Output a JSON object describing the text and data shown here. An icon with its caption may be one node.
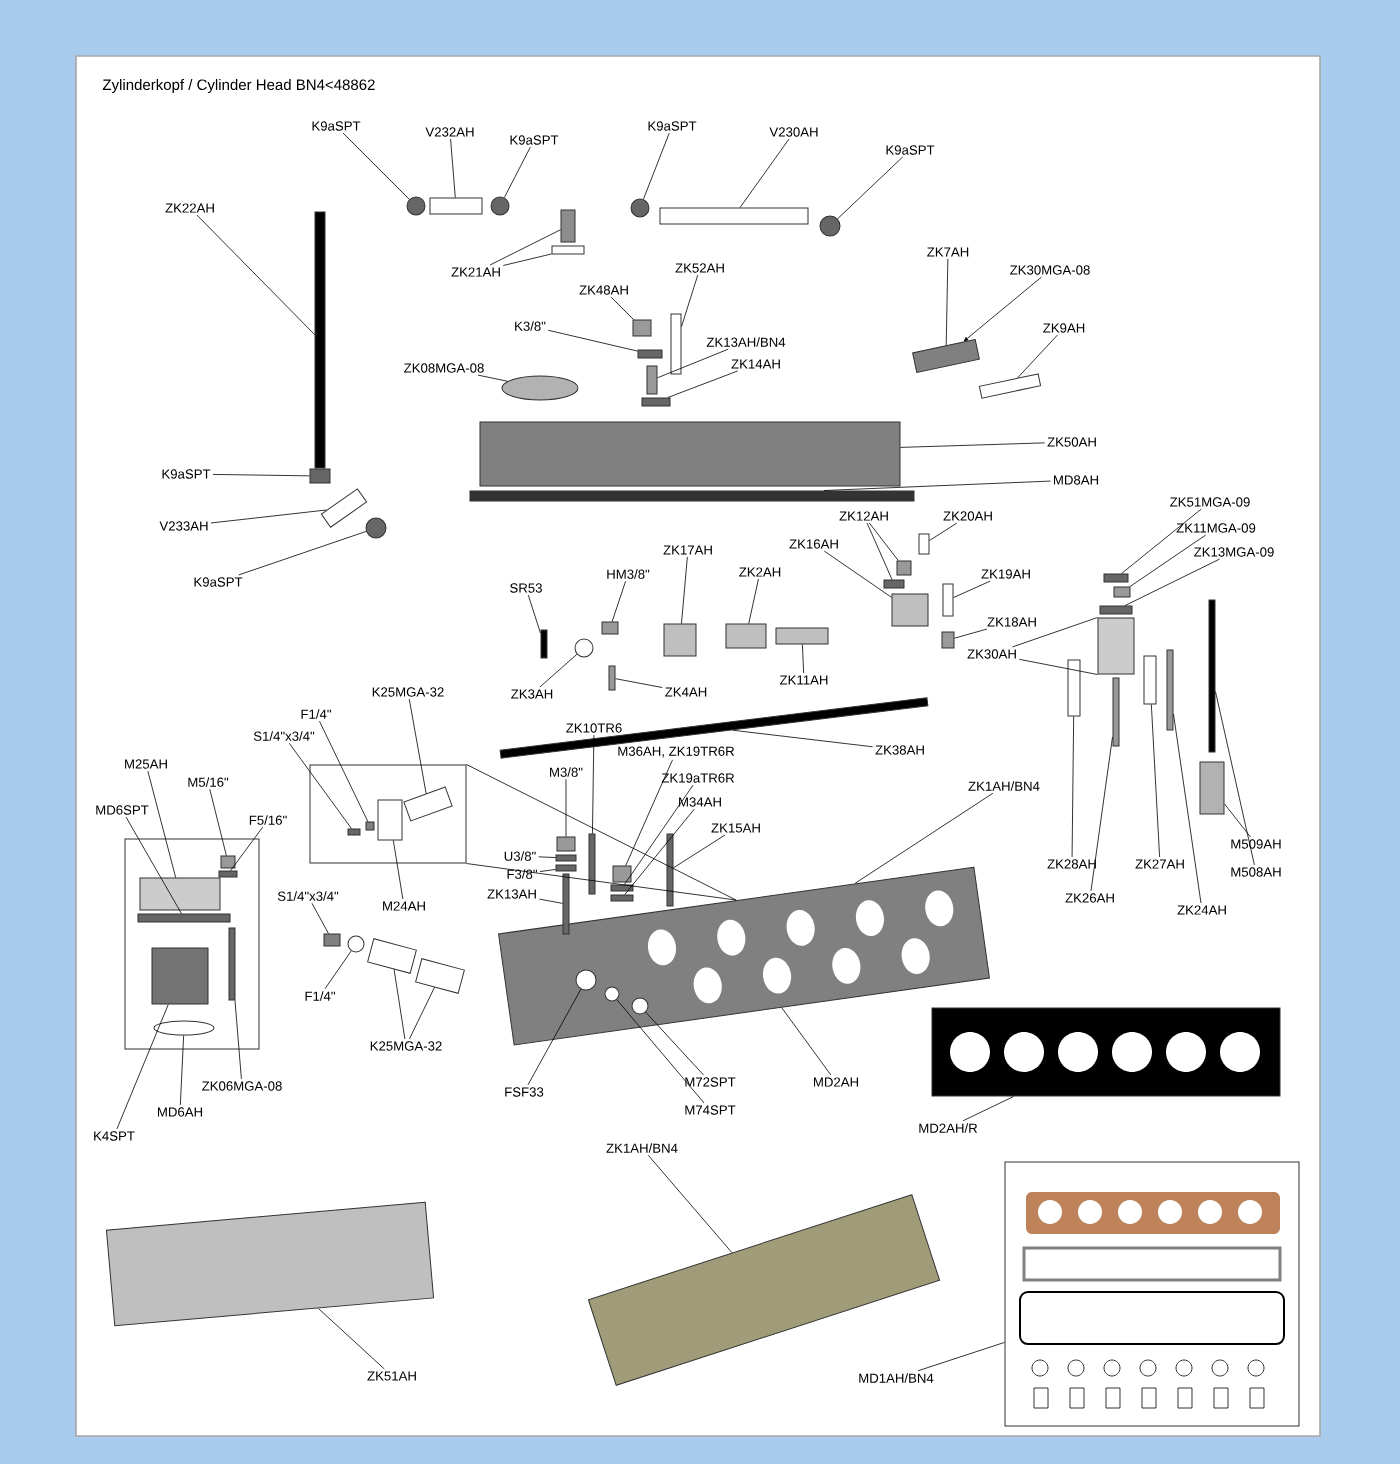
{
  "diagram": {
    "title": "Zylinderkopf / Cylinder Head BN4<48862",
    "nodes": [
      {
        "text": [
          "K9aSPT"
        ]
      },
      {
        "text": [
          "V232AH"
        ]
      },
      {
        "text": [
          "K9aSPT"
        ]
      },
      {
        "text": [
          "K9aSPT"
        ]
      },
      {
        "text": [
          "V230AH"
        ]
      },
      {
        "text": [
          "K9aSPT"
        ]
      },
      {
        "text": [
          "ZK22AH"
        ]
      },
      {
        "text": [
          "ZK21AH"
        ]
      },
      {
        "text": [
          "ZK52AH"
        ]
      },
      {
        "text": [
          "ZK48AH"
        ]
      },
      {
        "text": [
          "K3/8\""
        ]
      },
      {
        "text": [
          "ZK13AH/BN4"
        ]
      },
      {
        "text": [
          "ZK14AH"
        ]
      },
      {
        "text": [
          "ZK08MGA-08"
        ]
      },
      {
        "text": [
          "ZK7AH"
        ]
      },
      {
        "text": [
          "ZK30MGA-08"
        ]
      },
      {
        "text": [
          "ZK9AH"
        ]
      },
      {
        "text": [
          "ZK50AH"
        ]
      },
      {
        "text": [
          "MD8AH"
        ]
      },
      {
        "text": [
          "K9aSPT"
        ]
      },
      {
        "text": [
          "V233AH"
        ]
      },
      {
        "text": [
          "K9aSPT"
        ]
      },
      {
        "text": [
          "ZK12AH"
        ]
      },
      {
        "text": [
          "ZK20AH"
        ]
      },
      {
        "text": [
          "ZK16AH"
        ]
      },
      {
        "text": [
          "ZK17AH"
        ]
      },
      {
        "text": [
          "ZK2AH"
        ]
      },
      {
        "text": [
          "HM3/8\""
        ]
      },
      {
        "text": [
          "SR53"
        ]
      },
      {
        "text": [
          "ZK19AH"
        ]
      },
      {
        "text": [
          "ZK18AH"
        ]
      },
      {
        "text": [
          "ZK30AH"
        ]
      },
      {
        "text": [
          "ZK51MGA-09"
        ]
      },
      {
        "text": [
          "ZK11MGA-09"
        ]
      },
      {
        "text": [
          "ZK13MGA-09"
        ]
      },
      {
        "text": [
          "ZK3AH"
        ]
      },
      {
        "text": [
          "ZK4AH"
        ]
      },
      {
        "text": [
          "ZK11AH"
        ]
      },
      {
        "text": [
          "ZK38AH"
        ]
      },
      {
        "text": [
          "K25MGA-32"
        ]
      },
      {
        "text": [
          "F1/4\""
        ]
      },
      {
        "text": [
          "S1/4\"x3/4\""
        ]
      },
      {
        "text": [
          "M25AH"
        ]
      },
      {
        "text": [
          "M5/16\""
        ]
      },
      {
        "text": [
          "MD6SPT"
        ]
      },
      {
        "text": [
          "F5/16\""
        ]
      },
      {
        "text": [
          "ZK10TR6"
        ]
      },
      {
        "text": [
          "M36AH, ZK19TR6R"
        ]
      },
      {
        "text": [
          "M3/8\""
        ]
      },
      {
        "text": [
          "ZK19aTR6R"
        ]
      },
      {
        "text": [
          "M34AH"
        ]
      },
      {
        "text": [
          "U3/8\""
        ]
      },
      {
        "text": [
          "F3/8\""
        ]
      },
      {
        "text": [
          "ZK13AH"
        ]
      },
      {
        "text": [
          "ZK15AH"
        ]
      },
      {
        "text": [
          "ZK1AH/BN4"
        ]
      },
      {
        "text": [
          "M24AH"
        ]
      },
      {
        "text": [
          "S1/4\"x3/4\""
        ]
      },
      {
        "text": [
          "F1/4\""
        ]
      },
      {
        "text": [
          "K25MGA-32"
        ]
      },
      {
        "text": [
          "ZK06MGA-08"
        ]
      },
      {
        "text": [
          "MD6AH"
        ]
      },
      {
        "text": [
          "K4SPT"
        ]
      },
      {
        "text": [
          "FSF33"
        ]
      },
      {
        "text": [
          "M72SPT"
        ]
      },
      {
        "text": [
          "M74SPT"
        ]
      },
      {
        "text": [
          "MD2AH"
        ]
      },
      {
        "text": [
          "MD2AH/R"
        ]
      },
      {
        "text": [
          "ZK28AH"
        ]
      },
      {
        "text": [
          "ZK26AH"
        ]
      },
      {
        "text": [
          "ZK27AH"
        ]
      },
      {
        "text": [
          "ZK24AH"
        ]
      },
      {
        "text": [
          "M509AH"
        ]
      },
      {
        "text": [
          "M508AH"
        ]
      },
      {
        "text": [
          "ZK51AH"
        ]
      },
      {
        "text": [
          "ZK1AH/BN4"
        ]
      },
      {
        "text": [
          "MD1AH/BN4"
        ]
      },
      {
        "text": [],
        "shape": "box"
      },
      {
        "text": [],
        "shape": "box"
      },
      {
        "text": [],
        "shape": "box"
      },
      {
        "text": [],
        "shape": "circle"
      },
      {
        "text": [],
        "shape": "box"
      },
      {
        "text": [],
        "shape": "circle"
      },
      {
        "text": [],
        "shape": "box"
      },
      {
        "text": [],
        "shape": "box"
      },
      {
        "text": [],
        "shape": "circle"
      },
      {
        "text": [],
        "shape": "box"
      },
      {
        "text": [],
        "shape": "circle"
      },
      {
        "text": [],
        "shape": "bar"
      },
      {
        "text": [],
        "shape": "box"
      },
      {
        "text": [],
        "shape": "box"
      },
      {
        "text": [],
        "shape": "box"
      },
      {
        "text": [],
        "shape": "box"
      },
      {
        "text": [],
        "shape": "box"
      },
      {
        "text": [],
        "shape": "ellipse"
      },
      {
        "text": [],
        "shape": "box"
      },
      {
        "text": [],
        "shape": "box"
      },
      {
        "text": [],
        "shape": "box"
      },
      {
        "text": [],
        "shape": "bar"
      },
      {
        "text": [],
        "shape": "box"
      },
      {
        "text": [],
        "shape": "box"
      },
      {
        "text": [],
        "shape": "circle"
      },
      {
        "text": [],
        "shape": "box"
      },
      {
        "text": [],
        "shape": "box"
      },
      {
        "text": [],
        "shape": "box"
      },
      {
        "text": [],
        "shape": "box"
      },
      {
        "text": [],
        "shape": "circle"
      },
      {
        "text": [],
        "shape": "box"
      },
      {
        "text": [],
        "shape": "box"
      },
      {
        "text": [],
        "shape": "box"
      },
      {
        "text": [],
        "shape": "box"
      },
      {
        "text": [],
        "shape": "box"
      },
      {
        "text": [],
        "shape": "box"
      },
      {
        "text": [],
        "shape": "box"
      },
      {
        "text": [],
        "shape": "box"
      },
      {
        "text": [],
        "shape": "box"
      },
      {
        "text": [],
        "shape": "box"
      },
      {
        "text": [],
        "shape": "box"
      },
      {
        "text": [],
        "shape": "box"
      },
      {
        "text": [],
        "shape": "bar"
      },
      {
        "text": [],
        "shape": "box"
      },
      {
        "text": [],
        "shape": "circle",
        "in": 120
      },
      {
        "text": [],
        "shape": "circle",
        "in": 120
      },
      {
        "text": [],
        "shape": "circle",
        "in": 120
      },
      {
        "text": [],
        "shape": "box"
      },
      {
        "text": [],
        "shape": "box"
      },
      {
        "text": [],
        "shape": "box"
      },
      {
        "text": [],
        "shape": "box"
      },
      {
        "text": [],
        "shape": "box"
      },
      {
        "text": [],
        "shape": "box"
      },
      {
        "text": [],
        "shape": "box"
      },
      {
        "text": [],
        "shape": "box"
      },
      {
        "text": [],
        "shape": "box"
      },
      {
        "text": [],
        "shape": "box"
      },
      {
        "text": [],
        "shape": "box"
      },
      {
        "text": [],
        "shape": "box"
      },
      {
        "text": [],
        "shape": "box"
      },
      {
        "text": [],
        "shape": "box"
      },
      {
        "text": [],
        "shape": "box"
      },
      {
        "text": [],
        "shape": "box",
        "in": 77
      },
      {
        "text": [],
        "shape": "box",
        "in": 77
      },
      {
        "text": [],
        "shape": "box",
        "in": 77
      },
      {
        "text": [],
        "shape": "box",
        "in": 77
      },
      {
        "text": [],
        "shape": "box",
        "in": 77
      },
      {
        "text": [],
        "shape": "box",
        "in": 77
      },
      {
        "text": [],
        "shape": "ellipse",
        "in": 77
      },
      {
        "text": [],
        "shape": "box",
        "in": 78
      },
      {
        "text": [],
        "shape": "box",
        "in": 78
      },
      {
        "text": [],
        "shape": "box",
        "in": 78
      },
      {
        "text": [],
        "shape": "box",
        "in": 78
      },
      {
        "text": [],
        "shape": "box"
      },
      {
        "text": [],
        "shape": "circle"
      },
      {
        "text": [],
        "shape": "box"
      },
      {
        "text": [],
        "shape": "box"
      },
      {
        "text": [],
        "shape": "box"
      },
      {
        "text": [],
        "shape": "box"
      },
      {
        "text": [],
        "shape": "box"
      }
    ],
    "edges": [
      {
        "from": 0,
        "to": 80,
        "arrow": "none"
      },
      {
        "from": 1,
        "to": 81,
        "arrow": "none"
      },
      {
        "from": 2,
        "to": 82,
        "arrow": "none"
      },
      {
        "from": 3,
        "to": 85,
        "arrow": "none"
      },
      {
        "from": 4,
        "to": 86,
        "arrow": "none"
      },
      {
        "from": 5,
        "to": 87,
        "arrow": "none"
      },
      {
        "from": 6,
        "to": 88,
        "arrow": "none"
      },
      {
        "from": 7,
        "to": 83,
        "arrow": "none"
      },
      {
        "from": 7,
        "to": 84,
        "arrow": "none"
      },
      {
        "from": 8,
        "to": 89,
        "arrow": "none"
      },
      {
        "from": 9,
        "to": 90,
        "arrow": "none"
      },
      {
        "from": 10,
        "to": 91,
        "arrow": "none"
      },
      {
        "from": 11,
        "to": 92,
        "arrow": "none"
      },
      {
        "from": 12,
        "to": 93,
        "arrow": "none"
      },
      {
        "from": 13,
        "to": 94,
        "arrow": "none"
      },
      {
        "from": 14,
        "to": 95,
        "arrow": "none"
      },
      {
        "from": 15,
        "to": 95,
        "arrow": "to"
      },
      {
        "from": 16,
        "to": 96,
        "arrow": "none"
      },
      {
        "from": 17,
        "to": 97,
        "arrow": "none"
      },
      {
        "from": 18,
        "to": 98,
        "arrow": "none"
      },
      {
        "from": 19,
        "to": 99,
        "arrow": "none"
      },
      {
        "from": 20,
        "to": 100,
        "arrow": "none"
      },
      {
        "from": 21,
        "to": 101,
        "arrow": "none"
      },
      {
        "from": 22,
        "to": 110,
        "arrow": "none"
      },
      {
        "from": 22,
        "to": 111,
        "arrow": "none"
      },
      {
        "from": 23,
        "to": 112,
        "arrow": "none"
      },
      {
        "from": 24,
        "to": 109,
        "arrow": "none"
      },
      {
        "from": 25,
        "to": 104,
        "arrow": "none"
      },
      {
        "from": 26,
        "to": 105,
        "arrow": "none"
      },
      {
        "from": 27,
        "to": 103,
        "arrow": "none"
      },
      {
        "from": 28,
        "to": 102,
        "arrow": "none"
      },
      {
        "from": 29,
        "to": 113,
        "arrow": "none"
      },
      {
        "from": 30,
        "to": 114,
        "arrow": "none"
      },
      {
        "from": 31,
        "to": 118,
        "arrow": "none"
      },
      {
        "from": 31,
        "to": 118,
        "arrow": "none"
      },
      {
        "from": 32,
        "to": 115,
        "arrow": "none"
      },
      {
        "from": 33,
        "to": 116,
        "arrow": "none"
      },
      {
        "from": 34,
        "to": 117,
        "arrow": "none"
      },
      {
        "from": 35,
        "to": 106,
        "arrow": "none"
      },
      {
        "from": 36,
        "to": 107,
        "arrow": "none"
      },
      {
        "from": 37,
        "to": 108,
        "arrow": "none"
      },
      {
        "from": 38,
        "to": 119,
        "arrow": "none"
      },
      {
        "from": 39,
        "to": 146,
        "arrow": "none"
      },
      {
        "from": 40,
        "to": 147,
        "arrow": "none"
      },
      {
        "from": 41,
        "to": 148,
        "arrow": "none"
      },
      {
        "from": 42,
        "to": 139,
        "arrow": "none"
      },
      {
        "from": 43,
        "to": 141,
        "arrow": "none"
      },
      {
        "from": 44,
        "to": 140,
        "arrow": "none"
      },
      {
        "from": 45,
        "to": 142,
        "arrow": "none"
      },
      {
        "from": 46,
        "to": 124,
        "arrow": "none"
      },
      {
        "from": 47,
        "to": 125,
        "arrow": "none"
      },
      {
        "from": 48,
        "to": 129,
        "arrow": "none"
      },
      {
        "from": 49,
        "to": 126,
        "arrow": "none"
      },
      {
        "from": 50,
        "to": 127,
        "arrow": "none"
      },
      {
        "from": 51,
        "to": 130,
        "arrow": "none"
      },
      {
        "from": 52,
        "to": 131,
        "arrow": "none"
      },
      {
        "from": 53,
        "to": 132,
        "arrow": "none"
      },
      {
        "from": 54,
        "to": 128,
        "arrow": "none"
      },
      {
        "from": 55,
        "to": 120,
        "arrow": "none"
      },
      {
        "from": 56,
        "to": 149,
        "arrow": "none"
      },
      {
        "from": 57,
        "to": 150,
        "arrow": "none"
      },
      {
        "from": 58,
        "to": 151,
        "arrow": "none"
      },
      {
        "from": 59,
        "to": 152,
        "arrow": "none"
      },
      {
        "from": 59,
        "to": 153,
        "arrow": "none"
      },
      {
        "from": 60,
        "to": 143,
        "arrow": "none"
      },
      {
        "from": 61,
        "to": 145,
        "arrow": "none"
      },
      {
        "from": 62,
        "to": 144,
        "arrow": "none"
      },
      {
        "from": 63,
        "to": 121,
        "arrow": "none"
      },
      {
        "from": 64,
        "to": 123,
        "arrow": "none"
      },
      {
        "from": 65,
        "to": 122,
        "arrow": "none"
      },
      {
        "from": 66,
        "to": 120,
        "arrow": "none"
      },
      {
        "from": 67,
        "to": 156,
        "arrow": "none"
      },
      {
        "from": 68,
        "to": 133,
        "arrow": "none"
      },
      {
        "from": 69,
        "to": 134,
        "arrow": "none"
      },
      {
        "from": 70,
        "to": 135,
        "arrow": "none"
      },
      {
        "from": 71,
        "to": 136,
        "arrow": "none"
      },
      {
        "from": 72,
        "to": 138,
        "arrow": "none"
      },
      {
        "from": 73,
        "to": 137,
        "arrow": "none"
      },
      {
        "from": 74,
        "to": 154,
        "arrow": "none"
      },
      {
        "from": 75,
        "to": 155,
        "arrow": "none"
      },
      {
        "from": 76,
        "to": 79,
        "arrow": "none"
      },
      {
        "from": 78,
        "to": 120,
        "arrow": "none"
      },
      {
        "from": 78,
        "to": 120,
        "arrow": "none"
      }
    ]
  }
}
